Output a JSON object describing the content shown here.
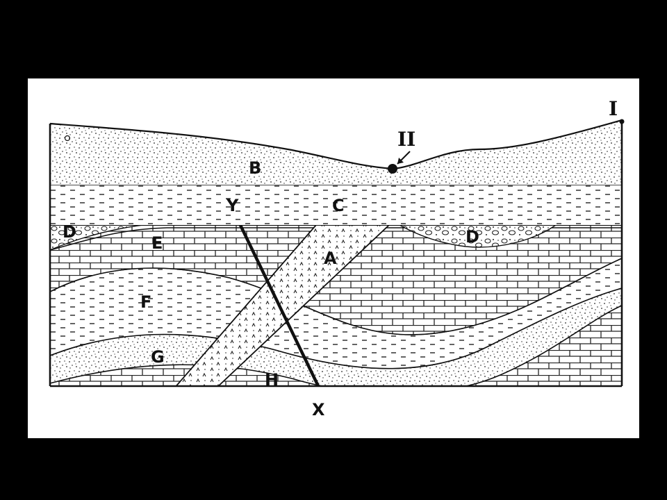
{
  "labels": {
    "I": "I",
    "II": "II",
    "A": "A",
    "B": "B",
    "C": "C",
    "D_left": "D",
    "D_right": "D",
    "E": "E",
    "F": "F",
    "G": "G",
    "H": "H",
    "X": "X",
    "Y": "Y"
  },
  "colors": {
    "page": "#000000",
    "paper": "#ffffff",
    "ink": "#111111"
  }
}
